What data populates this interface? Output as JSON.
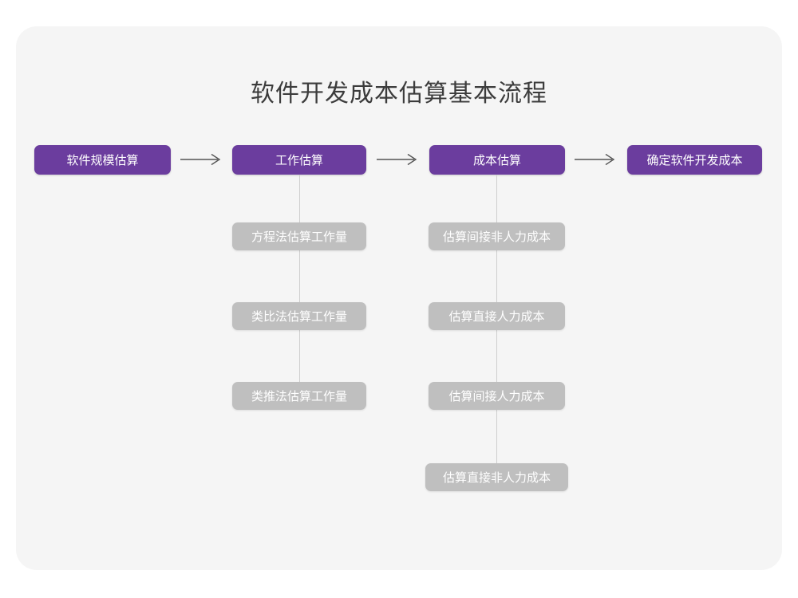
{
  "diagram": {
    "title": "软件开发成本估算基本流程",
    "colors": {
      "page_background": "#ffffff",
      "card_background": "#f5f5f5",
      "primary_node": "#6b3d9e",
      "secondary_node": "#bfbfbf",
      "node_text": "#ffffff",
      "title_text": "#3c3c3c",
      "connector": "#cfcfcf",
      "arrow": "#555555"
    },
    "main_flow": [
      {
        "id": "step-1",
        "label": "软件规模估算"
      },
      {
        "id": "step-2",
        "label": "工作估算"
      },
      {
        "id": "step-3",
        "label": "成本估算"
      },
      {
        "id": "step-4",
        "label": "确定软件开发成本"
      }
    ],
    "arrows": [
      {
        "id": "arrow-1",
        "glyph": "→"
      },
      {
        "id": "arrow-2",
        "glyph": "→"
      },
      {
        "id": "arrow-3",
        "glyph": "→"
      }
    ],
    "branches": [
      {
        "parent": "工作估算",
        "items": [
          "方程法估算工作量",
          "类比法估算工作量",
          "类推法估算工作量"
        ]
      },
      {
        "parent": "成本估算",
        "items": [
          "估算间接非人力成本",
          "估算直接人力成本",
          "估算间接人力成本",
          "估算直接非人力成本"
        ]
      }
    ]
  }
}
